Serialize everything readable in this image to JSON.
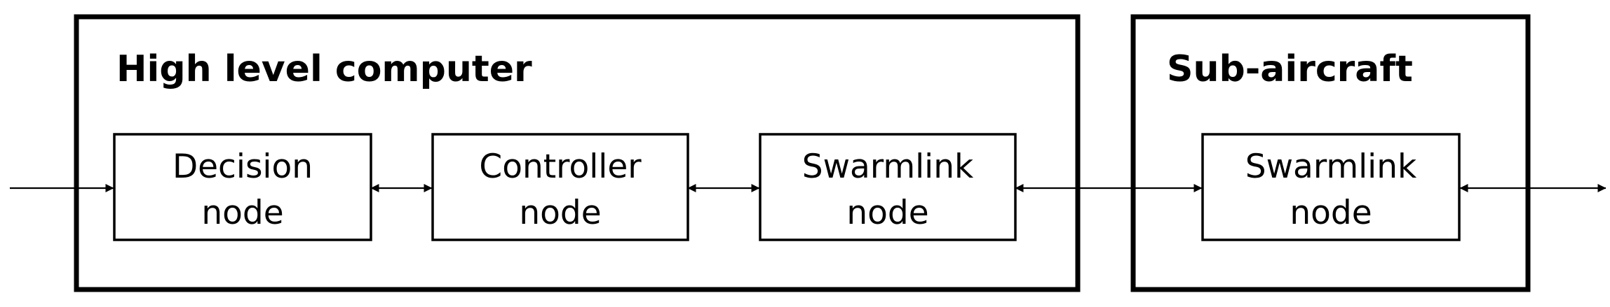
{
  "groups": {
    "high_level_computer": {
      "title": "High level computer"
    },
    "sub_aircraft": {
      "title": "Sub-aircraft"
    }
  },
  "nodes": {
    "decision": {
      "line1": "Decision",
      "line2": "node"
    },
    "controller": {
      "line1": "Controller",
      "line2": "node"
    },
    "swarmlink_hlc": {
      "line1": "Swarmlink",
      "line2": "node"
    },
    "swarmlink_sub": {
      "line1": "Swarmlink",
      "line2": "node"
    }
  },
  "edges": [
    {
      "from": "input",
      "to": "decision",
      "direction": "forward"
    },
    {
      "from": "decision",
      "to": "controller",
      "direction": "both"
    },
    {
      "from": "controller",
      "to": "swarmlink_hlc",
      "direction": "both"
    },
    {
      "from": "swarmlink_hlc",
      "to": "swarmlink_sub",
      "direction": "both"
    },
    {
      "from": "swarmlink_sub",
      "to": "output",
      "direction": "both"
    }
  ],
  "colors": {
    "stroke": "#000000",
    "background": "#ffffff"
  }
}
